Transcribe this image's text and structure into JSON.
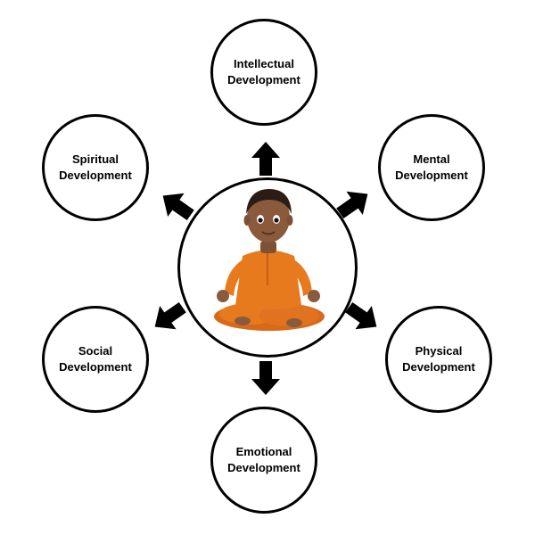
{
  "nodes": {
    "intellectual": {
      "line1": "Intellectual",
      "line2": "Development"
    },
    "mental": {
      "line1": "Mental",
      "line2": "Development"
    },
    "physical": {
      "line1": "Physical",
      "line2": "Development"
    },
    "emotional": {
      "line1": "Emotional",
      "line2": "Development"
    },
    "social": {
      "line1": "Social",
      "line2": "Development"
    },
    "spiritual": {
      "line1": "Spiritual",
      "line2": "Development"
    }
  },
  "center": {
    "image": "child-meditating-illustration"
  },
  "colors": {
    "outline": "#000000",
    "robe": "#E87A1E",
    "skin": "#8A5A3C",
    "hair": "#2B1D16"
  }
}
